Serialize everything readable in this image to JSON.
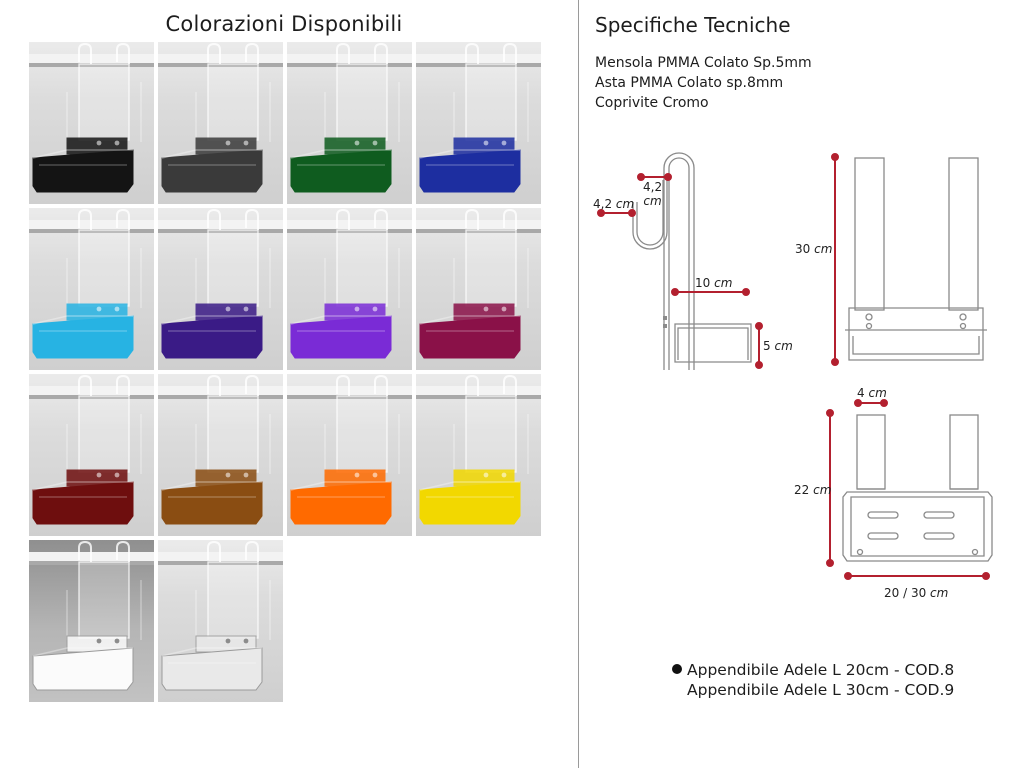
{
  "left": {
    "title": "Colorazioni Disponibili",
    "swatches": [
      {
        "name": "black",
        "color": "#141414"
      },
      {
        "name": "smoke-grey",
        "color": "#3a3a3a"
      },
      {
        "name": "green",
        "color": "#0f5c1f"
      },
      {
        "name": "blue",
        "color": "#1d2ea0"
      },
      {
        "name": "light-blue",
        "color": "#27b3e3"
      },
      {
        "name": "indigo",
        "color": "#3a1b86"
      },
      {
        "name": "violet",
        "color": "#7a2bd6"
      },
      {
        "name": "fuchsia",
        "color": "#8a1148"
      },
      {
        "name": "red",
        "color": "#6e0e0e"
      },
      {
        "name": "brown",
        "color": "#8a4d12"
      },
      {
        "name": "orange",
        "color": "#ff6a00"
      },
      {
        "name": "yellow",
        "color": "#f2d800"
      },
      {
        "name": "white",
        "color": "#fbfbfb"
      },
      {
        "name": "clear",
        "color": "#e9e9e9"
      }
    ]
  },
  "right": {
    "title": "Specifiche Tecniche",
    "specs": [
      "Mensola PMMA Colato Sp.5mm",
      "Asta PMMA Colato sp.8mm",
      "Coprivite Cromo"
    ],
    "dimensions": {
      "hook_width": {
        "value": "4,2",
        "unit": "cm"
      },
      "hook_gap": {
        "value": "4,2",
        "unit": "cm"
      },
      "shelf_depth": {
        "value": "10",
        "unit": "cm"
      },
      "shelf_height": {
        "value": "5",
        "unit": "cm"
      },
      "total_height": {
        "value": "30",
        "unit": "cm"
      },
      "rod_width": {
        "value": "4",
        "unit": "cm"
      },
      "back_height": {
        "value": "22",
        "unit": "cm"
      },
      "width": {
        "value": "20 / 30",
        "unit": "cm"
      }
    },
    "codes": [
      "Appendibile Adele L 20cm - COD.8",
      "Appendibile Adele L 30cm - COD.9"
    ],
    "accent_color": "#b3202f"
  }
}
